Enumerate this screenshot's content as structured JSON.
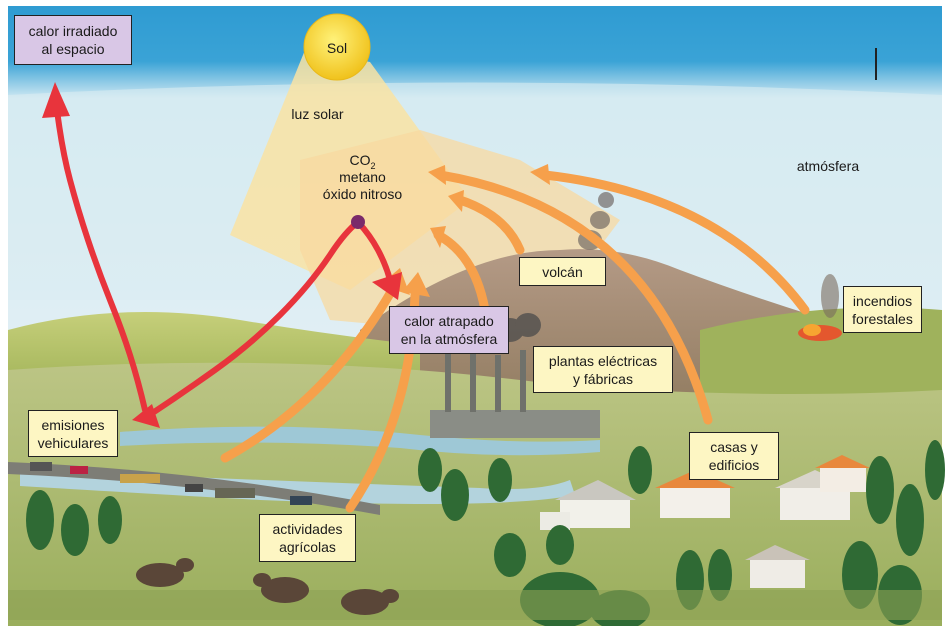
{
  "title_labels": {
    "sun": "Sol",
    "sunlight": "luz solar",
    "atmosphere": "atmósfera"
  },
  "gases": {
    "co2_base": "CO",
    "co2_sub": "2",
    "line2": "metano",
    "line3": "óxido nitroso"
  },
  "boxes": {
    "radiated_heat": [
      "calor irradiado",
      "al espacio"
    ],
    "trapped_heat": [
      "calor atrapado",
      "en la atmósfera"
    ],
    "volcano": [
      "volcán"
    ],
    "power_plants": [
      "plantas eléctricas",
      "y fábricas"
    ],
    "forest_fires": [
      "incendios",
      "forestales"
    ],
    "vehicle_emissions": [
      "emisiones",
      "vehiculares"
    ],
    "houses": [
      "casas y",
      "edificios"
    ],
    "agriculture": [
      "actividades",
      "agrícolas"
    ]
  },
  "colors": {
    "sky": "#b9dcec",
    "sun": "#f5d42a",
    "sunlight_beam": "#f9e3a3",
    "emission_arrow": "#f6a04b",
    "heat_wave": "#e8343c",
    "box_yellow": "#fdf6c3",
    "box_purple": "#d9c7e6"
  }
}
